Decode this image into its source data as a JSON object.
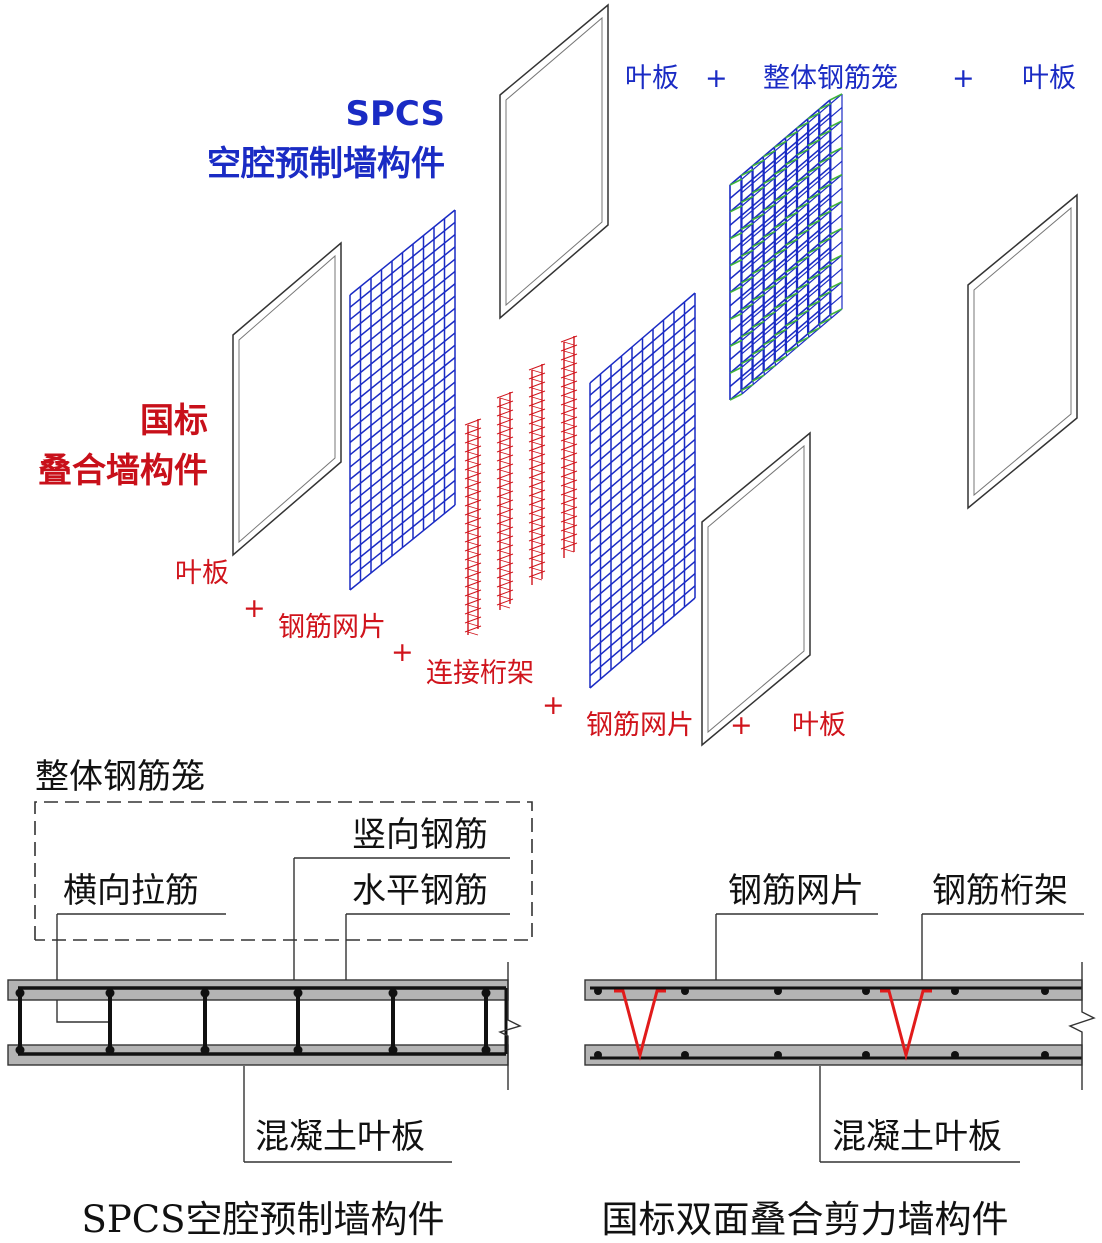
{
  "colors": {
    "blue": "#1a2bc4",
    "red": "#d0141c",
    "green": "#3fb43a",
    "slab": "#b4b4b4",
    "black": "#111111"
  },
  "exploded": {
    "spcs_title_line1": "SPCS",
    "spcs_title_line2": "空腔预制墙构件",
    "spcs_labels": {
      "leaf_left": "叶板",
      "plus_1": "+",
      "cage": "整体钢筋笼",
      "plus_2": "+",
      "leaf_right": "叶板"
    },
    "gb_title_line1": "国标",
    "gb_title_line2": "叠合墙构件",
    "gb_labels": {
      "leaf_1": "叶板",
      "plus_1": "+",
      "mesh_1": "钢筋网片",
      "plus_2": "+",
      "truss": "连接桁架",
      "plus_3": "+",
      "mesh_2": "钢筋网片",
      "plus_4": "+",
      "leaf_2": "叶板"
    }
  },
  "section_spcs": {
    "group_label": "整体钢筋笼",
    "vertical_bar": "竖向钢筋",
    "tie_bar": "横向拉筋",
    "horizontal_bar": "水平钢筋",
    "leaf": "混凝土叶板",
    "caption": "SPCS空腔预制墙构件"
  },
  "section_gb": {
    "mesh": "钢筋网片",
    "truss": "钢筋桁架",
    "leaf": "混凝土叶板",
    "caption": "国标双面叠合剪力墙构件"
  }
}
